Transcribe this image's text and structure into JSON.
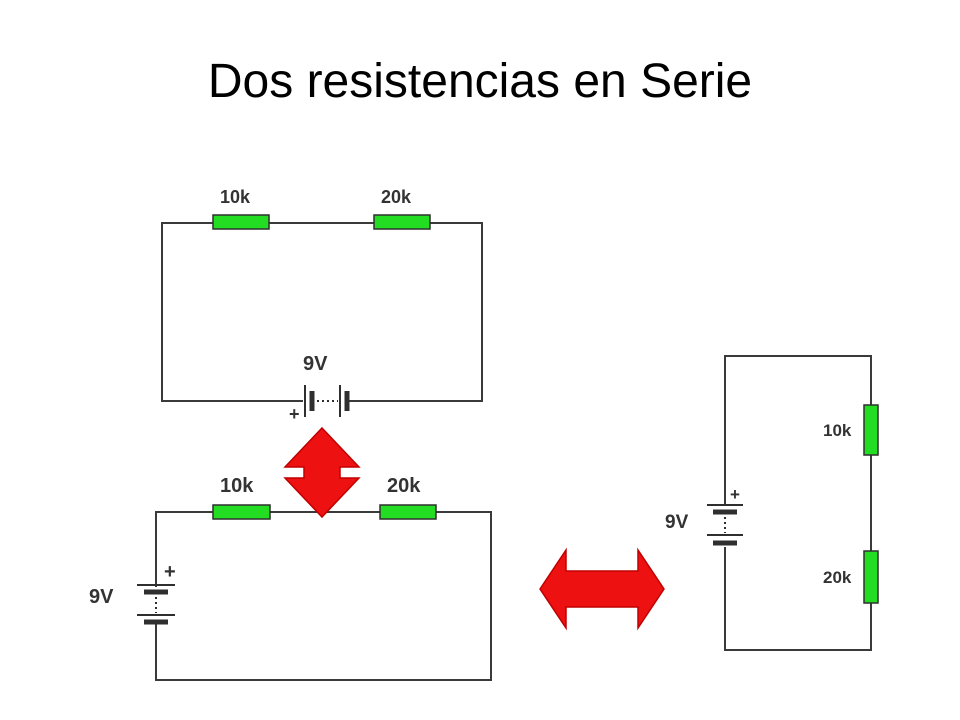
{
  "slide": {
    "title": "Dos resistencias en Serie"
  },
  "colors": {
    "resistor_fill": "#22dd22",
    "wire": "#3a3a3a",
    "arrow_fill": "#ee1111",
    "background": "#ffffff"
  },
  "circuits": {
    "top": {
      "r1_label": "10k",
      "r2_label": "20k",
      "battery_label": "9V",
      "battery_polarity": "+"
    },
    "bottom": {
      "r1_label": "10k",
      "r2_label": "20k",
      "battery_label": "9V",
      "battery_polarity": "+"
    },
    "right": {
      "r1_label": "10k",
      "r2_label": "20k",
      "battery_label": "9V",
      "battery_polarity": "+"
    }
  },
  "arrows": [
    {
      "name": "vertical-double-arrow",
      "direction": "up-down",
      "color": "#ee1111"
    },
    {
      "name": "horizontal-double-arrow",
      "direction": "left-right",
      "color": "#ee1111"
    }
  ]
}
